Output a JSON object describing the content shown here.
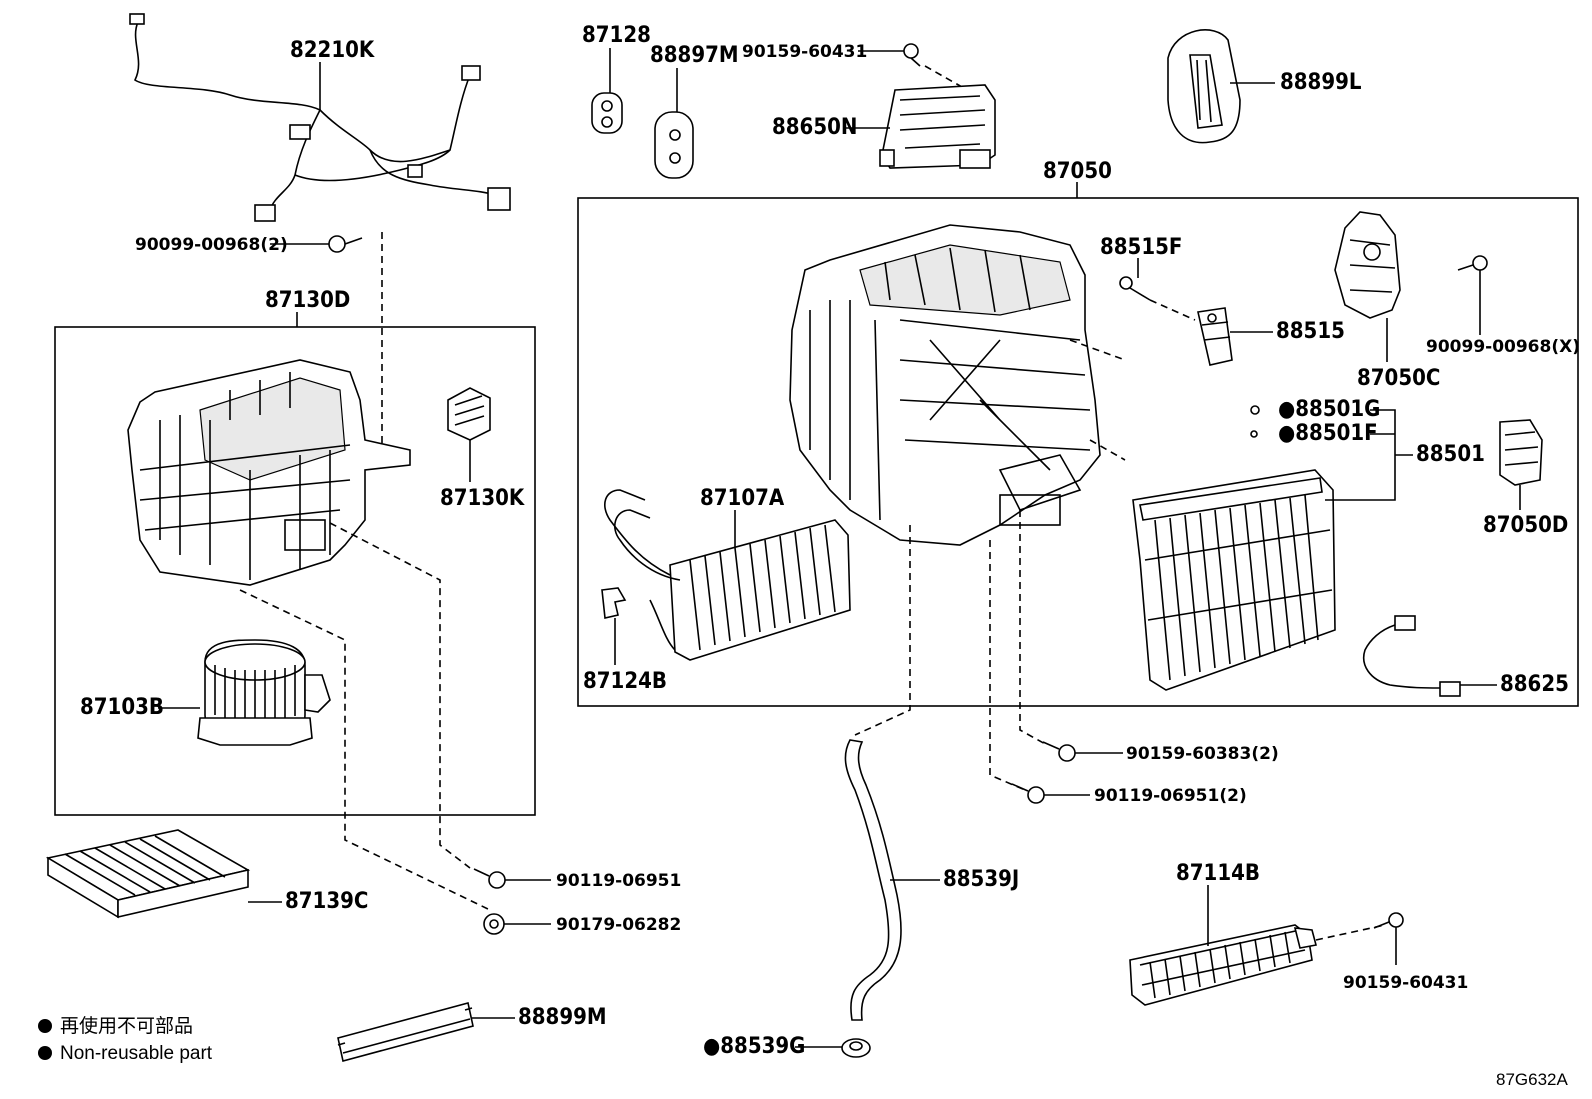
{
  "labels": {
    "p82210K": "82210K",
    "p87128": "87128",
    "p88897M": "88897M",
    "p90159_60431_top": "90159-60431",
    "p88650N": "88650N",
    "p88899L": "88899L",
    "p90099_00968_2": "90099-00968(2)",
    "p87050": "87050",
    "p87130D": "87130D",
    "p88515F": "88515F",
    "p88515": "88515",
    "p87050C": "87050C",
    "p90099_00968_X": "90099-00968(X)",
    "p88501G": "●88501G",
    "p88501F": "●88501F",
    "p88501": "88501",
    "p87050D": "87050D",
    "p87130K": "87130K",
    "p87107A": "87107A",
    "p87124B": "87124B",
    "p88625": "88625",
    "p87103B": "87103B",
    "p90159_60383_2": "90159-60383(2)",
    "p90119_06951_2": "90119-06951(2)",
    "p90119_06951": "90119-06951",
    "p87139C": "87139C",
    "p88539J": "88539J",
    "p87114B": "87114B",
    "p90179_06282": "90179-06282",
    "p90159_60431_bot": "90159-60431",
    "p88899M": "88899M",
    "p88539G": "●88539G"
  },
  "legend": {
    "line_jp": "再使用不可部品",
    "line_en": "Non-reusable part"
  },
  "diagram_code": "87G632A"
}
